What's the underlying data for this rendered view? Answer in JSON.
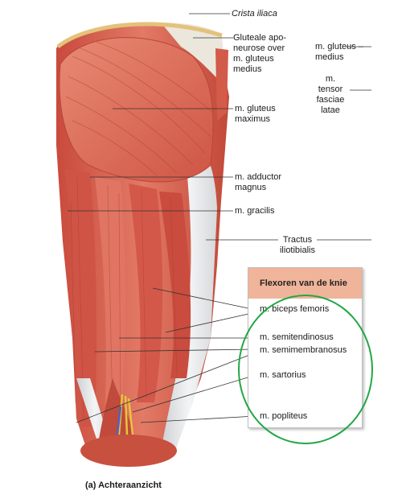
{
  "labels": {
    "crista_iliaca": "Crista iliaca",
    "gluteal_aponeurosis": "Gluteale apo-\nneurose over\nm. gluteus\nmedius",
    "gluteus_medius": "m. gluteus –\nmedius",
    "tensor_fasciae_latae": "m.\ntensor\nfasciae\nlatae",
    "gluteus_maximus": "m. gluteus\nmaximus",
    "adductor_magnus": "m. adductor\nmagnus",
    "gracilis": "m. gracilis",
    "tractus_iliotibialis": "Tractus\niliotibialis"
  },
  "legend": {
    "title": "Flexoren van de knie",
    "items": [
      "m. biceps femoris",
      "m. semitendinosus",
      "m. semimembranosus",
      "m. sartorius",
      "m. popliteus"
    ]
  },
  "caption": "(a) Achteraanzicht",
  "colors": {
    "muscle": "#d9604e",
    "muscle_dark": "#b8463a",
    "tendon": "#e3e4e6",
    "legend_header": "#f0b49a",
    "highlight": "#22a745"
  }
}
